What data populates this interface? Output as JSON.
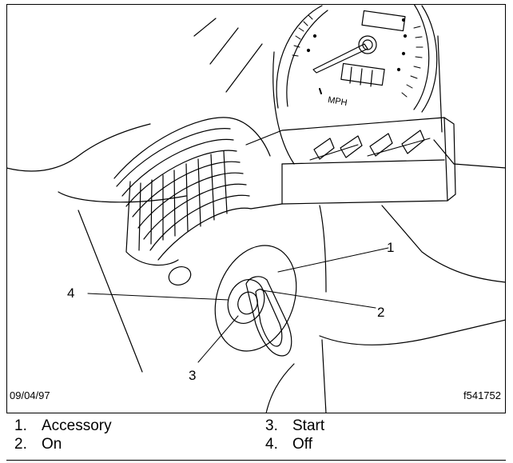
{
  "figure": {
    "gauge_label": "MPH",
    "date_code": "09/04/97",
    "figure_id": "f541752"
  },
  "callouts": [
    "1",
    "2",
    "3",
    "4"
  ],
  "legend": [
    {
      "number": "1.",
      "label": "Accessory"
    },
    {
      "number": "2.",
      "label": "On"
    },
    {
      "number": "3.",
      "label": "Start"
    },
    {
      "number": "4.",
      "label": "Off"
    }
  ]
}
